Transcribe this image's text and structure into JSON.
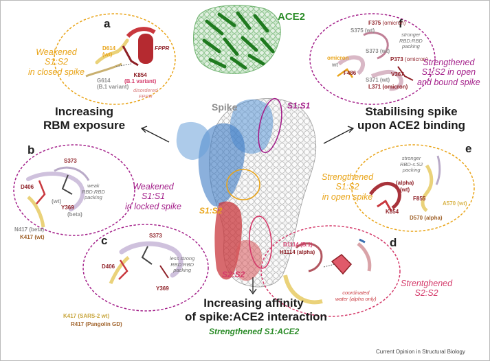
{
  "panels": {
    "a": {
      "letter": "a",
      "theme": [
        "Weakened",
        "S1:S2",
        "in closed spike"
      ],
      "labels": {
        "d614": "D614",
        "d614_wt": "(wt)",
        "g614": "G614",
        "g614_var": "(B.1 variant)",
        "fppr": "FPPR",
        "k854": "K854",
        "k854_var": "(B.1 variant)",
        "disordered": "disordered",
        "disordered2": "FPPR"
      }
    },
    "b": {
      "letter": "b",
      "theme": [
        "Weakened",
        "S1:S1",
        "in locked spike"
      ],
      "labels": {
        "s373": "S373",
        "d406": "D406",
        "note1": "weak",
        "note2": "RBD:RBD",
        "note3": "packing",
        "wt": "(wt)",
        "y369": "Y369",
        "beta": "(beta)",
        "n417": "N417 (beta)",
        "k417": "K417 (wt)"
      }
    },
    "c": {
      "letter": "c",
      "labels": {
        "s373": "S373",
        "d406": "D406",
        "note1": "less strong",
        "note2": "RBD:RBD",
        "note3": "packing",
        "y369": "Y369",
        "k417": "K417 (SARS-2 wt)",
        "r417": "R417 (Pangolin GD)"
      }
    },
    "d": {
      "letter": "d",
      "theme": [
        "Strentghened",
        "S2:S2"
      ],
      "labels": {
        "d1114": "D1114 (B.1)",
        "h1114": "H1114 (alpha)",
        "water1": "coordinated",
        "water2": "water (alpha only)"
      }
    },
    "e": {
      "letter": "e",
      "theme": [
        "Strengthened",
        "S1:S2",
        "in open spike"
      ],
      "labels": {
        "note1": "stronger",
        "note2": "RBD-s:S2",
        "note3": "packing",
        "alpha": "(alpha)",
        "wt": "(wt)",
        "f855": "F855",
        "k854": "K854",
        "a570": "A570 (wt)",
        "d570": "D570 (alpha)"
      }
    },
    "f": {
      "letter": "f",
      "theme": [
        "Strengthened",
        "S1:S2 in open",
        "and bound spike"
      ],
      "labels": {
        "f375": "F375",
        "f375_var": "(omicron)",
        "s375": "S375 (wt)",
        "note1": "stronger",
        "note2": "RBD:RBD",
        "note3": "packing",
        "s373": "S373 (wt)",
        "p373": "P373",
        "p373_var": "(omicron)",
        "omicron": "omicron",
        "wt": "wt",
        "f486": "F486",
        "s371": "S371 (wt)",
        "l371": "L371 (omicron)",
        "v367": "V367"
      }
    }
  },
  "center": {
    "ace2": "ACE2",
    "spike": "Spike",
    "s1s1": "S1:S1",
    "s1s2": "S1:S2",
    "s2s2": "S2:S2"
  },
  "headings": {
    "left": [
      "Increasing",
      "RBM exposure"
    ],
    "right": [
      "Stabilising spike",
      "upon ACE2 binding"
    ],
    "bottom": [
      "Increasing affinity",
      "of spike:ACE2 interaction"
    ],
    "bottom_sub": "Strengthened S1:ACE2"
  },
  "footer": "Current Opinion in Structural Biology",
  "colors": {
    "yellow": "#e9a418",
    "magenta": "#a4208a",
    "pink": "#d43a6a",
    "green": "#2d8d2a",
    "blue": "#4a86c8",
    "red": "#c9383e",
    "grey": "#8e8e8e"
  }
}
